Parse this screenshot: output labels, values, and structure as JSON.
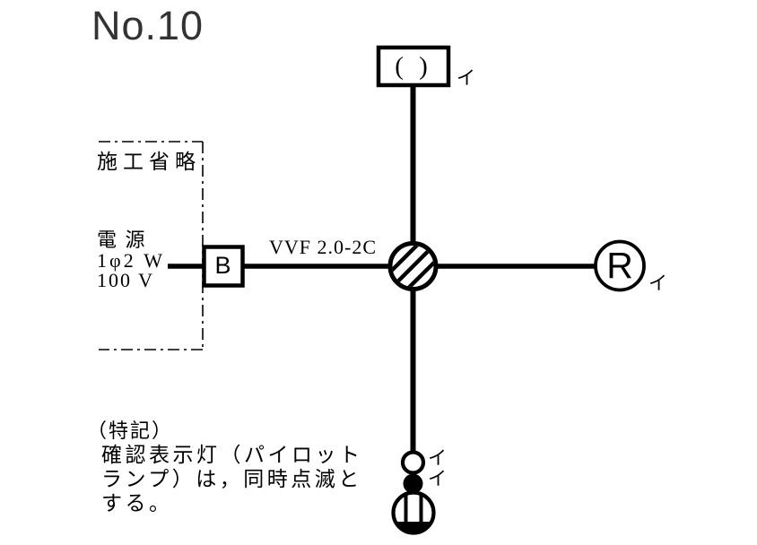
{
  "title": "No.10",
  "colors": {
    "ink": "#000000",
    "title_text": "#333333",
    "background": "#ffffff"
  },
  "region": {
    "construction_omitted_label": "施工省略"
  },
  "power": {
    "name": "電 源",
    "phase": "1φ2 W",
    "voltage": "100 V"
  },
  "breaker": {
    "label": "B"
  },
  "cable": {
    "label": "VVF 2.0-2C"
  },
  "devices": {
    "ceiling_rosette": {
      "symbol_text": "( )",
      "circuit": "イ",
      "icon": "ceiling-rosette-symbol"
    },
    "lamp_receptacle": {
      "symbol_text": "R",
      "circuit": "イ",
      "icon": "lamp-receptacle-symbol"
    },
    "pilot_lamp": {
      "circuit": "イ",
      "icon": "pilot-lamp-symbol"
    },
    "switch": {
      "circuit": "イ",
      "icon": "switch-symbol"
    },
    "outlet": {
      "icon": "wall-outlet-symbol"
    },
    "junction_box": {
      "icon": "junction-box-symbol"
    }
  },
  "notes": {
    "heading": "（特記）",
    "line1": "確認表示灯（パイロット",
    "line2": "ランプ）は，同時点滅と",
    "line3": "する。"
  }
}
